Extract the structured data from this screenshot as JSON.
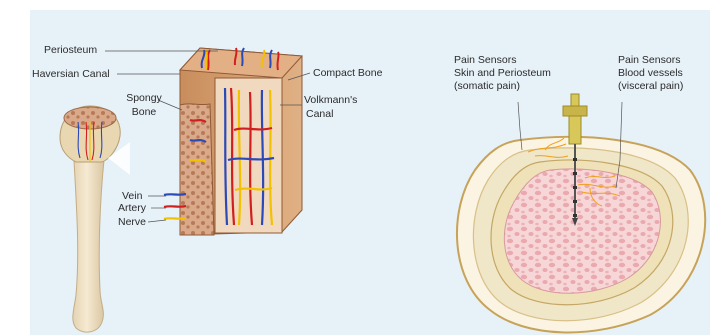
{
  "left_figure": {
    "labels": {
      "periosteum": "Periosteum",
      "haversian_canal": "Haversian Canal",
      "spongy_bone_1": "Spongy",
      "spongy_bone_2": "Bone",
      "compact_bone": "Compact Bone",
      "volkmanns_canal_1": "Volkmann's",
      "volkmanns_canal_2": "Canal",
      "vein": "Vein",
      "artery": "Artery",
      "nerve": "Nerve"
    }
  },
  "right_figure": {
    "labels": {
      "somatic_1": "Pain Sensors",
      "somatic_2": "Skin and Periosteum",
      "somatic_3": "(somatic pain)",
      "visceral_1": "Pain Sensors",
      "visceral_2": "Blood vessels",
      "visceral_3": "(visceral pain)"
    }
  },
  "colors": {
    "background": "#e6f1f8",
    "bone": "#f0e2c4",
    "marrow": "#f2c2c6",
    "vein": "#2c49b8",
    "artery": "#d11f1f",
    "nerve": "#f2c200"
  }
}
